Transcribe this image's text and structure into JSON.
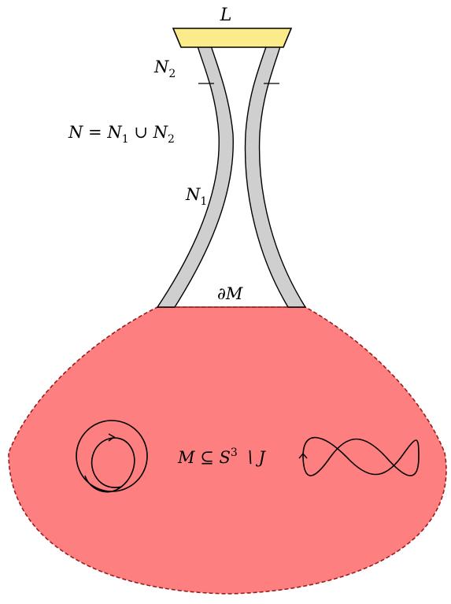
{
  "labels": {
    "L": "L",
    "N2": "N",
    "N2_sub": "2",
    "N_eq": "N = N",
    "N_eq_sub1": "1",
    "N_eq_cup": " ∪ N",
    "N_eq_sub2": "2",
    "N1": "N",
    "N1_sub": "1",
    "boundary_M": "∂M",
    "M_text": "M ⊆ S",
    "M_sup": "3",
    "M_tail": " ∖ J"
  },
  "colors": {
    "cap": "#fbeb8a",
    "collar": "#cfcfcf",
    "region_fill": "#fd7f80",
    "region_border": "#9b1c1c",
    "stroke": "#000000"
  },
  "icons": {
    "left_knot": "unknot-with-arrow-icon",
    "right_knot": "figure-eight-chain-knot-icon"
  }
}
